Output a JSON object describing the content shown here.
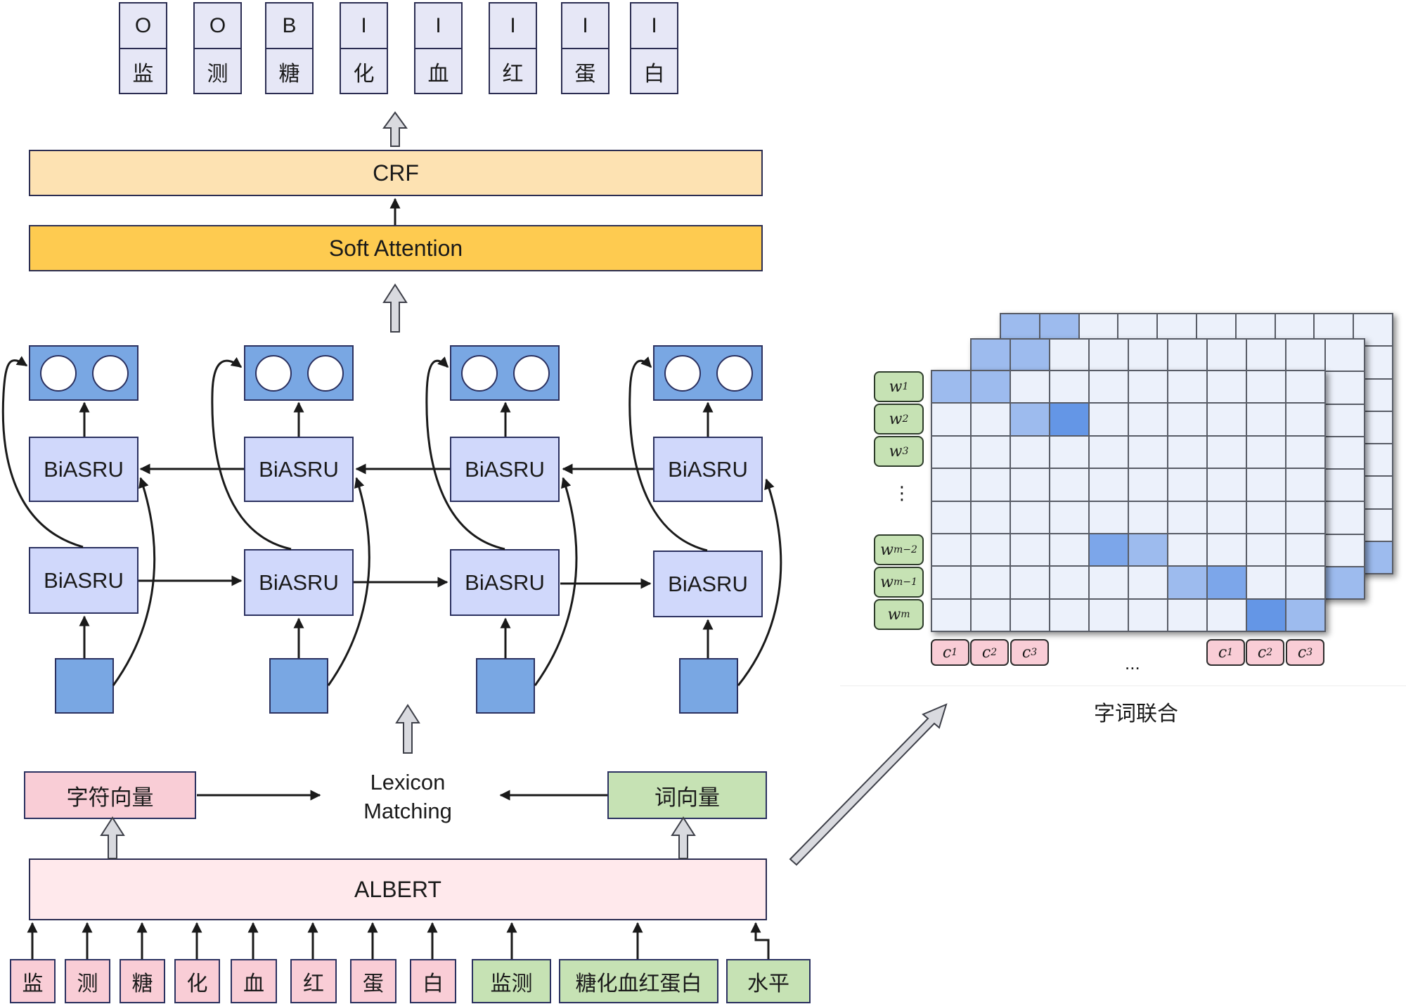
{
  "output_tags": [
    {
      "tag": "O",
      "char": "监"
    },
    {
      "tag": "O",
      "char": "测"
    },
    {
      "tag": "B",
      "char": "糖"
    },
    {
      "tag": "I",
      "char": "化"
    },
    {
      "tag": "I",
      "char": "血"
    },
    {
      "tag": "I",
      "char": "红"
    },
    {
      "tag": "I",
      "char": "蛋"
    },
    {
      "tag": "I",
      "char": "白"
    }
  ],
  "layers": {
    "crf": "CRF",
    "soft_attention": "Soft Attention",
    "biasru": "BiASRU",
    "lexicon_matching": [
      "Lexicon",
      "Matching"
    ],
    "char_vector": "字符向量",
    "word_vector": "词向量",
    "albert": "ALBERT"
  },
  "input_chars": [
    "监",
    "测",
    "糖",
    "化",
    "血",
    "红",
    "蛋",
    "白"
  ],
  "input_words": [
    "监测",
    "糖化血红蛋白",
    "水平"
  ],
  "matrix": {
    "caption": "字词联合",
    "row_labels": [
      {
        "base": "w",
        "sub": "1"
      },
      {
        "base": "w",
        "sub": "2"
      },
      {
        "base": "w",
        "sub": "3"
      },
      {
        "base": "⋮",
        "sub": ""
      },
      {
        "base": "w",
        "sub": "m−2"
      },
      {
        "base": "w",
        "sub": "m−1"
      },
      {
        "base": "w",
        "sub": "m"
      }
    ],
    "col_labels_left": [
      {
        "base": "c",
        "sub": "1"
      },
      {
        "base": "c",
        "sub": "2"
      },
      {
        "base": "c",
        "sub": "3"
      }
    ],
    "col_labels_right": [
      {
        "base": "c",
        "sub": "1"
      },
      {
        "base": "c",
        "sub": "2"
      },
      {
        "base": "c",
        "sub": "3"
      }
    ],
    "ellipsis": "...",
    "rows": 8,
    "cols": 10,
    "highlights": [
      {
        "row": 0,
        "col": 0,
        "level": "light"
      },
      {
        "row": 0,
        "col": 1,
        "level": "light"
      },
      {
        "row": 1,
        "col": 2,
        "level": "light"
      },
      {
        "row": 1,
        "col": 3,
        "level": "dark"
      },
      {
        "row": 5,
        "col": 4,
        "level": "medium"
      },
      {
        "row": 5,
        "col": 5,
        "level": "light"
      },
      {
        "row": 6,
        "col": 6,
        "level": "light"
      },
      {
        "row": 6,
        "col": 7,
        "level": "medium"
      },
      {
        "row": 7,
        "col": 8,
        "level": "dark"
      },
      {
        "row": 7,
        "col": 9,
        "level": "light"
      }
    ],
    "back_highlights": [
      {
        "row": 0,
        "col": 0,
        "level": "light"
      },
      {
        "row": 0,
        "col": 1,
        "level": "light"
      },
      {
        "row": 7,
        "col": 9,
        "level": "light"
      }
    ]
  },
  "colors": {
    "crf": "#fde2b2",
    "soft_attention": "#fecb50",
    "albert": "#ffe9ec",
    "pink": "#f9cdd6",
    "green": "#c6e2b4",
    "biasru": "#d0d8fb",
    "blue_box": "#79a7e3",
    "cell": "#ecf1fb",
    "cell_light": "#9dbbee",
    "cell_medium": "#7ca6ea",
    "cell_dark": "#6496e6"
  }
}
